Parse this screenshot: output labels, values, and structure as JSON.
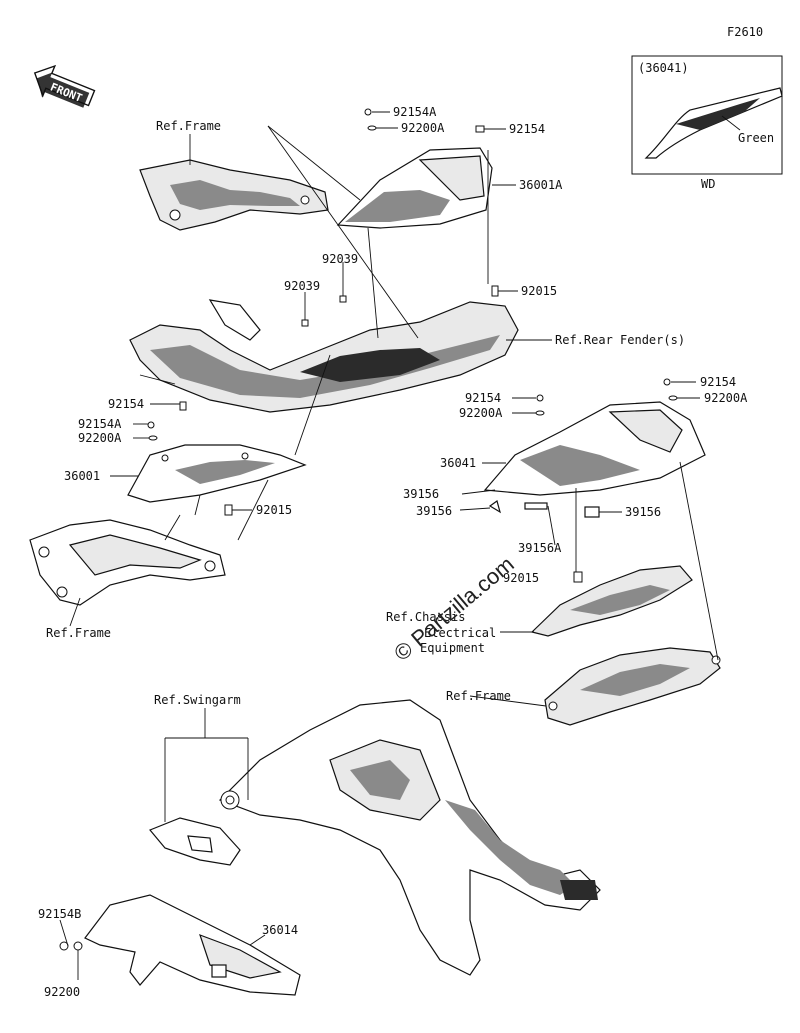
{
  "diagram_code": "F2610",
  "front_label": "FRONT",
  "watermark": "© Partzilla.com",
  "inset": {
    "part": "(36041)",
    "color": "Green",
    "region": "WD"
  },
  "labels": {
    "ref_frame_1": "Ref.Frame",
    "ref_frame_2": "Ref.Frame",
    "ref_frame_3": "Ref.Frame",
    "ref_rear_fender": "Ref.Rear Fender(s)",
    "ref_chassis_line1": "Ref.Chassis",
    "ref_chassis_line2": "Electrical",
    "ref_chassis_line3": "Equipment",
    "ref_swingarm": "Ref.Swingarm",
    "p_92154A_top": "92154A",
    "p_92200A_top": "92200A",
    "p_92154_top": "92154",
    "p_36001A": "36001A",
    "p_92039_a": "92039",
    "p_92039_b": "92039",
    "p_92015_right": "92015",
    "p_92154_left": "92154",
    "p_92154A_left": "92154A",
    "p_92200A_left": "92200A",
    "p_36001": "36001",
    "p_92015_left": "92015",
    "p_92154_mid": "92154",
    "p_92200A_mid": "92200A",
    "p_92154_right": "92154",
    "p_92200A_right": "92200A",
    "p_36041": "36041",
    "p_39156_a": "39156",
    "p_39156_b": "39156",
    "p_39156_c": "39156",
    "p_39156A": "39156A",
    "p_92015_lower": "92015",
    "p_92154B": "92154B",
    "p_92200": "92200",
    "p_36014": "36014"
  }
}
